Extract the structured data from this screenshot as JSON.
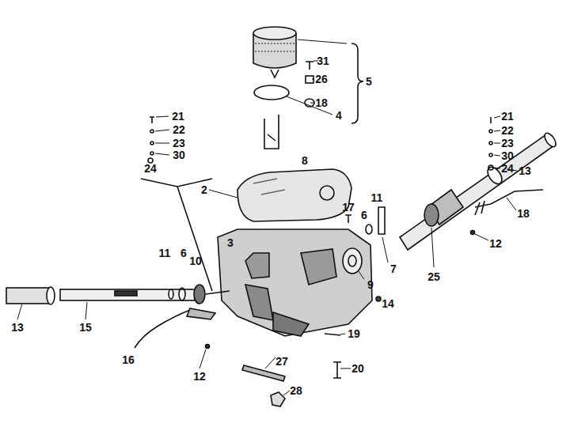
{
  "diagram": {
    "labels": [
      "21",
      "22",
      "23",
      "30",
      "24",
      "31",
      "26",
      "18",
      "5",
      "4",
      "8",
      "2",
      "21",
      "22",
      "23",
      "30",
      "24",
      "13",
      "17",
      "6",
      "11",
      "7",
      "9",
      "3",
      "11",
      "6",
      "10",
      "25",
      "18",
      "12",
      "14",
      "13",
      "15",
      "16",
      "12",
      "19",
      "27",
      "20",
      "28"
    ]
  }
}
